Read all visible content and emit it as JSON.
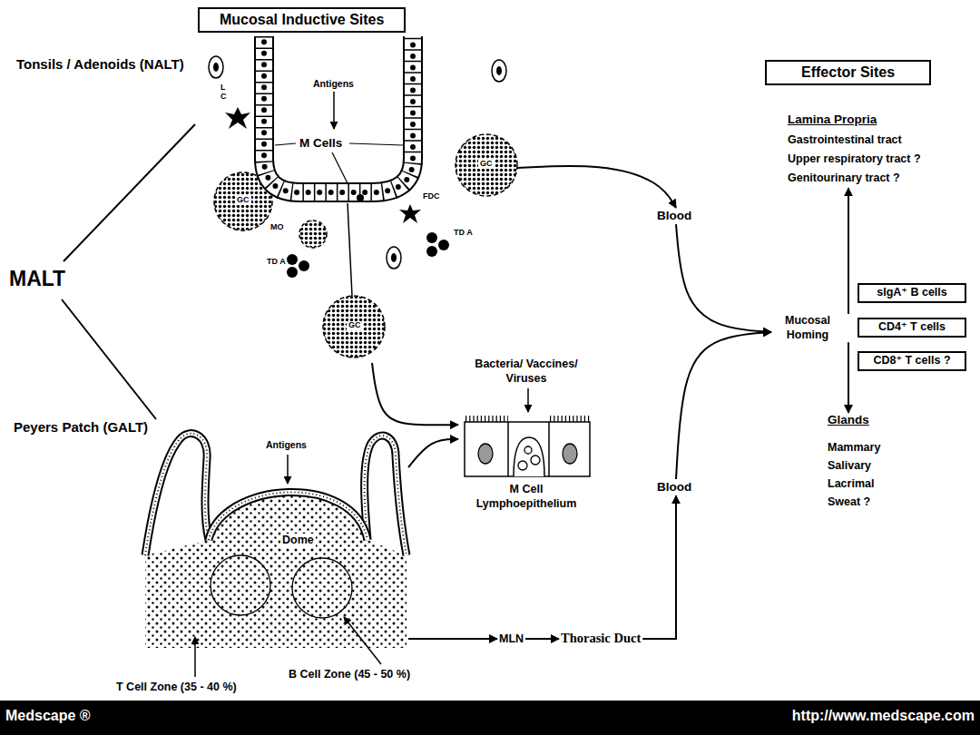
{
  "diagram": {
    "nodes": [
      {
        "text": [
          "Mucosal Inductive Sites"
        ]
      },
      {
        "text": [
          "Effector Sites"
        ]
      },
      {
        "text": [
          "Antigens",
          "M Cells"
        ]
      },
      {
        "text": [
          "Antigens",
          "Dome"
        ]
      },
      {
        "text": [
          "Bacteria/ Vaccines/ Viruses",
          "M Cell Lymphoepithelium"
        ]
      },
      {
        "text": [
          "Blood"
        ]
      },
      {
        "text": [
          "Blood"
        ]
      },
      {
        "text": [
          "MLN"
        ]
      },
      {
        "text": [
          "Thorasic Duct"
        ]
      },
      {
        "text": [
          "Mucosal Homing"
        ]
      },
      {
        "text": [
          "Lamina Propria",
          "Gastrointestinal tract",
          "Upper respiratory tract ?",
          "Genitourinary tract ?"
        ]
      },
      {
        "text": [
          "Glands",
          "Mammary",
          "Salivary",
          "Lacrimal",
          "Sweat ?"
        ]
      },
      {
        "text": [
          "sIgA⁺ B cells"
        ]
      },
      {
        "text": [
          "CD4⁺ T cells"
        ]
      },
      {
        "text": [
          "CD8⁺ T cells ?"
        ]
      }
    ],
    "edges": [
      {
        "from": 2,
        "to": 5,
        "arrow": "to"
      },
      {
        "from": 2,
        "to": 4,
        "arrow": "to"
      },
      {
        "from": 3,
        "to": 4,
        "arrow": "to"
      },
      {
        "from": 3,
        "to": 7,
        "arrow": "to"
      },
      {
        "from": 7,
        "to": 8,
        "arrow": "to"
      },
      {
        "from": 8,
        "to": 6,
        "arrow": "to"
      },
      {
        "from": 5,
        "to": 9,
        "arrow": "to"
      },
      {
        "from": 6,
        "to": 9,
        "arrow": "to"
      },
      {
        "from": 9,
        "to": 10,
        "arrow": "to"
      },
      {
        "from": 9,
        "to": 11,
        "arrow": "to"
      }
    ],
    "labels": [
      "Tonsils / Adenoids (NALT)",
      "LC",
      "GC",
      "MO",
      "TD A",
      "GC",
      "FDC",
      "TD A",
      "GC",
      "MALT",
      "Peyers Patch (GALT)",
      "T Cell Zone (35 - 40 %)",
      "B Cell Zone (45 - 50 %)",
      "Medscape ®",
      "http://www.medscape.com"
    ]
  }
}
